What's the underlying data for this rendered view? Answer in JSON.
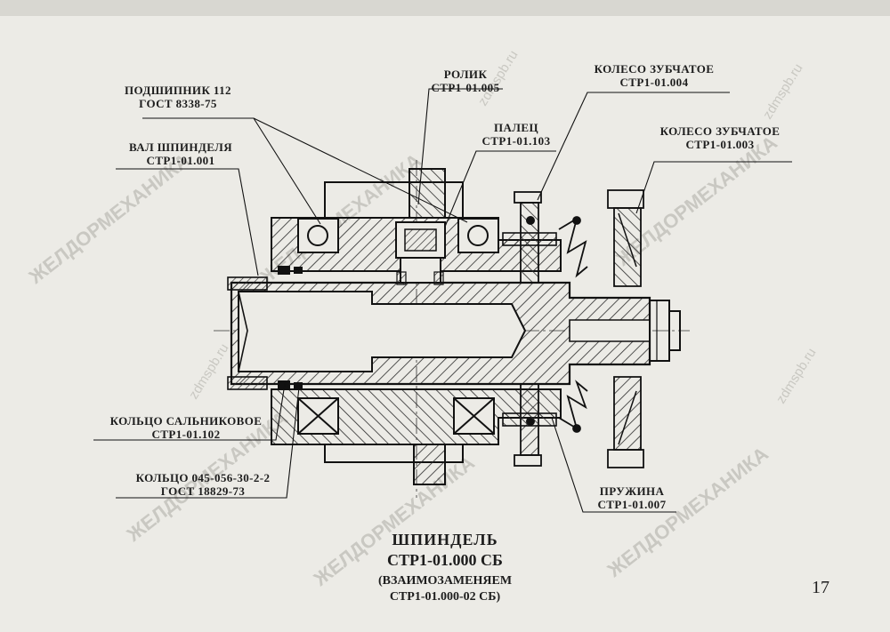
{
  "labels": {
    "bearing": {
      "name": "ПОДШИПНИК 112",
      "code": "ГОСТ 8338-75"
    },
    "roller": {
      "name": "РОЛИК",
      "code": "СТР1-01.005"
    },
    "gear_004": {
      "name": "КОЛЕСО ЗУБЧАТОЕ",
      "code": "СТР1-01.004"
    },
    "finger": {
      "name": "ПАЛЕЦ",
      "code": "СТР1-01.103"
    },
    "gear_003": {
      "name": "КОЛЕСО ЗУБЧАТОЕ",
      "code": "СТР1-01.003"
    },
    "shaft": {
      "name": "ВАЛ ШПИНДЕЛЯ",
      "code": "СТР1-01.001"
    },
    "oil_seal_ring": {
      "name": "КОЛЬЦО САЛЬНИКОВОЕ",
      "code": "СТР1-01.102"
    },
    "o_ring": {
      "name": "КОЛЬЦО  045-056-30-2-2",
      "code": "ГОСТ 18829-73"
    },
    "spring": {
      "name": "ПРУЖИНА",
      "code": "СТР1-01.007"
    }
  },
  "title": {
    "line1": "ШПИНДЕЛЬ",
    "line2": "СТР1-01.000 СБ",
    "line3": "(ВЗАИМОЗАМЕНЯЕМ",
    "line4": "СТР1-01.000-02 СБ)"
  },
  "page_number": "17",
  "watermarks": [
    "ЖЕЛДОРМЕХАНИКА",
    "zdmspb.ru"
  ]
}
